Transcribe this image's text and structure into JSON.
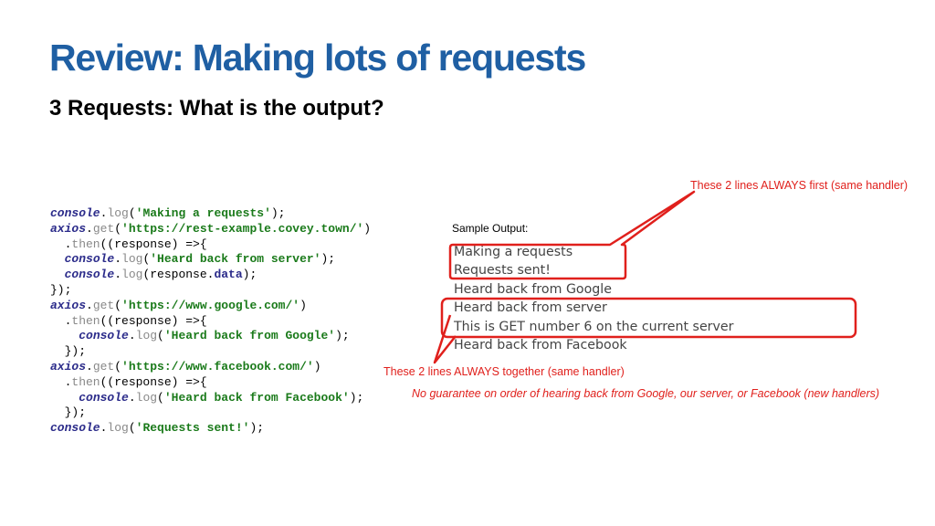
{
  "slide": {
    "title": "Review: Making lots of requests",
    "subtitle": "3 Requests: What is the output?"
  },
  "code": {
    "lines": [
      [
        {
          "t": "kw",
          "v": "console"
        },
        {
          "t": "plain",
          "v": "."
        },
        {
          "t": "fn",
          "v": "log"
        },
        {
          "t": "plain",
          "v": "("
        },
        {
          "t": "str",
          "v": "'Making a requests'"
        },
        {
          "t": "plain",
          "v": ");"
        }
      ],
      [
        {
          "t": "kw",
          "v": "axios"
        },
        {
          "t": "plain",
          "v": "."
        },
        {
          "t": "fn",
          "v": "get"
        },
        {
          "t": "plain",
          "v": "("
        },
        {
          "t": "str",
          "v": "'https://rest-example.covey.town/'"
        },
        {
          "t": "plain",
          "v": ")"
        }
      ],
      [
        {
          "t": "plain",
          "v": "  ."
        },
        {
          "t": "fn",
          "v": "then"
        },
        {
          "t": "plain",
          "v": "((response) =>{"
        }
      ],
      [
        {
          "t": "plain",
          "v": "  "
        },
        {
          "t": "kw",
          "v": "console"
        },
        {
          "t": "plain",
          "v": "."
        },
        {
          "t": "fn",
          "v": "log"
        },
        {
          "t": "plain",
          "v": "("
        },
        {
          "t": "str",
          "v": "'Heard back from server'"
        },
        {
          "t": "plain",
          "v": ");"
        }
      ],
      [
        {
          "t": "plain",
          "v": "  "
        },
        {
          "t": "kw",
          "v": "console"
        },
        {
          "t": "plain",
          "v": "."
        },
        {
          "t": "fn",
          "v": "log"
        },
        {
          "t": "plain",
          "v": "(response."
        },
        {
          "t": "prop",
          "v": "data"
        },
        {
          "t": "plain",
          "v": ");"
        }
      ],
      [
        {
          "t": "plain",
          "v": "});"
        }
      ],
      [
        {
          "t": "kw",
          "v": "axios"
        },
        {
          "t": "plain",
          "v": "."
        },
        {
          "t": "fn",
          "v": "get"
        },
        {
          "t": "plain",
          "v": "("
        },
        {
          "t": "str",
          "v": "'https://www.google.com/'"
        },
        {
          "t": "plain",
          "v": ")"
        }
      ],
      [
        {
          "t": "plain",
          "v": "  ."
        },
        {
          "t": "fn",
          "v": "then"
        },
        {
          "t": "plain",
          "v": "((response) =>{"
        }
      ],
      [
        {
          "t": "plain",
          "v": "    "
        },
        {
          "t": "kw",
          "v": "console"
        },
        {
          "t": "plain",
          "v": "."
        },
        {
          "t": "fn",
          "v": "log"
        },
        {
          "t": "plain",
          "v": "("
        },
        {
          "t": "str",
          "v": "'Heard back from Google'"
        },
        {
          "t": "plain",
          "v": ");"
        }
      ],
      [
        {
          "t": "plain",
          "v": "  });"
        }
      ],
      [
        {
          "t": "kw",
          "v": "axios"
        },
        {
          "t": "plain",
          "v": "."
        },
        {
          "t": "fn",
          "v": "get"
        },
        {
          "t": "plain",
          "v": "("
        },
        {
          "t": "str",
          "v": "'https://www.facebook.com/'"
        },
        {
          "t": "plain",
          "v": ")"
        }
      ],
      [
        {
          "t": "plain",
          "v": "  ."
        },
        {
          "t": "fn",
          "v": "then"
        },
        {
          "t": "plain",
          "v": "((response) =>{"
        }
      ],
      [
        {
          "t": "plain",
          "v": "    "
        },
        {
          "t": "kw",
          "v": "console"
        },
        {
          "t": "plain",
          "v": "."
        },
        {
          "t": "fn",
          "v": "log"
        },
        {
          "t": "plain",
          "v": "("
        },
        {
          "t": "str",
          "v": "'Heard back from Facebook'"
        },
        {
          "t": "plain",
          "v": ");"
        }
      ],
      [
        {
          "t": "plain",
          "v": "  });"
        }
      ],
      [
        {
          "t": "kw",
          "v": "console"
        },
        {
          "t": "plain",
          "v": "."
        },
        {
          "t": "fn",
          "v": "log"
        },
        {
          "t": "plain",
          "v": "("
        },
        {
          "t": "str",
          "v": "'Requests sent!'"
        },
        {
          "t": "plain",
          "v": ");"
        }
      ]
    ]
  },
  "sample_output": {
    "label": "Sample Output:",
    "lines": [
      "Making a requests",
      "Requests sent!",
      "Heard back from Google",
      "Heard back from server",
      "This is GET number 6 on the current server",
      "Heard back from Facebook"
    ]
  },
  "annotations": {
    "always_first": "These 2 lines ALWAYS first (same handler)",
    "always_together": "These 2 lines ALWAYS together (same handler)",
    "no_guarantee": "No guarantee on order of hearing back from Google, our server, or Facebook (new handlers)",
    "color": "#e0201c"
  },
  "colors": {
    "title": "#1f5fa3",
    "keyword": "#2b2b8a",
    "string": "#1a7a1a",
    "method": "#888888"
  }
}
